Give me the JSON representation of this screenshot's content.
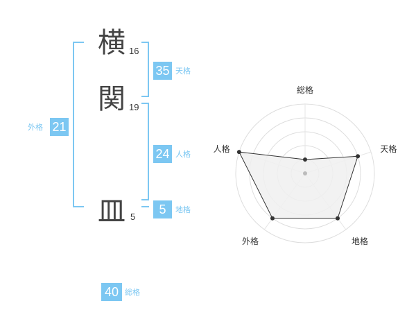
{
  "name": {
    "characters": [
      {
        "char": "横",
        "strokes": "16"
      },
      {
        "char": "関",
        "strokes": "19"
      },
      {
        "char": "皿",
        "strokes": "5"
      }
    ]
  },
  "fortunes": {
    "tenkaku": {
      "label": "天格",
      "value": "35"
    },
    "jinkaku": {
      "label": "人格",
      "value": "24"
    },
    "chikaku": {
      "label": "地格",
      "value": "5"
    },
    "gaikaku": {
      "label": "外格",
      "value": "21"
    },
    "soukaku": {
      "label": "総格",
      "value": "40"
    }
  },
  "colors": {
    "accent": "#7cc7f2",
    "text": "#444444"
  },
  "chart_data": {
    "type": "radar",
    "axes": [
      "総格",
      "天格",
      "地格",
      "外格",
      "人格"
    ],
    "values": [
      1,
      4,
      4,
      4,
      5
    ],
    "max": 5,
    "rings": 5
  }
}
